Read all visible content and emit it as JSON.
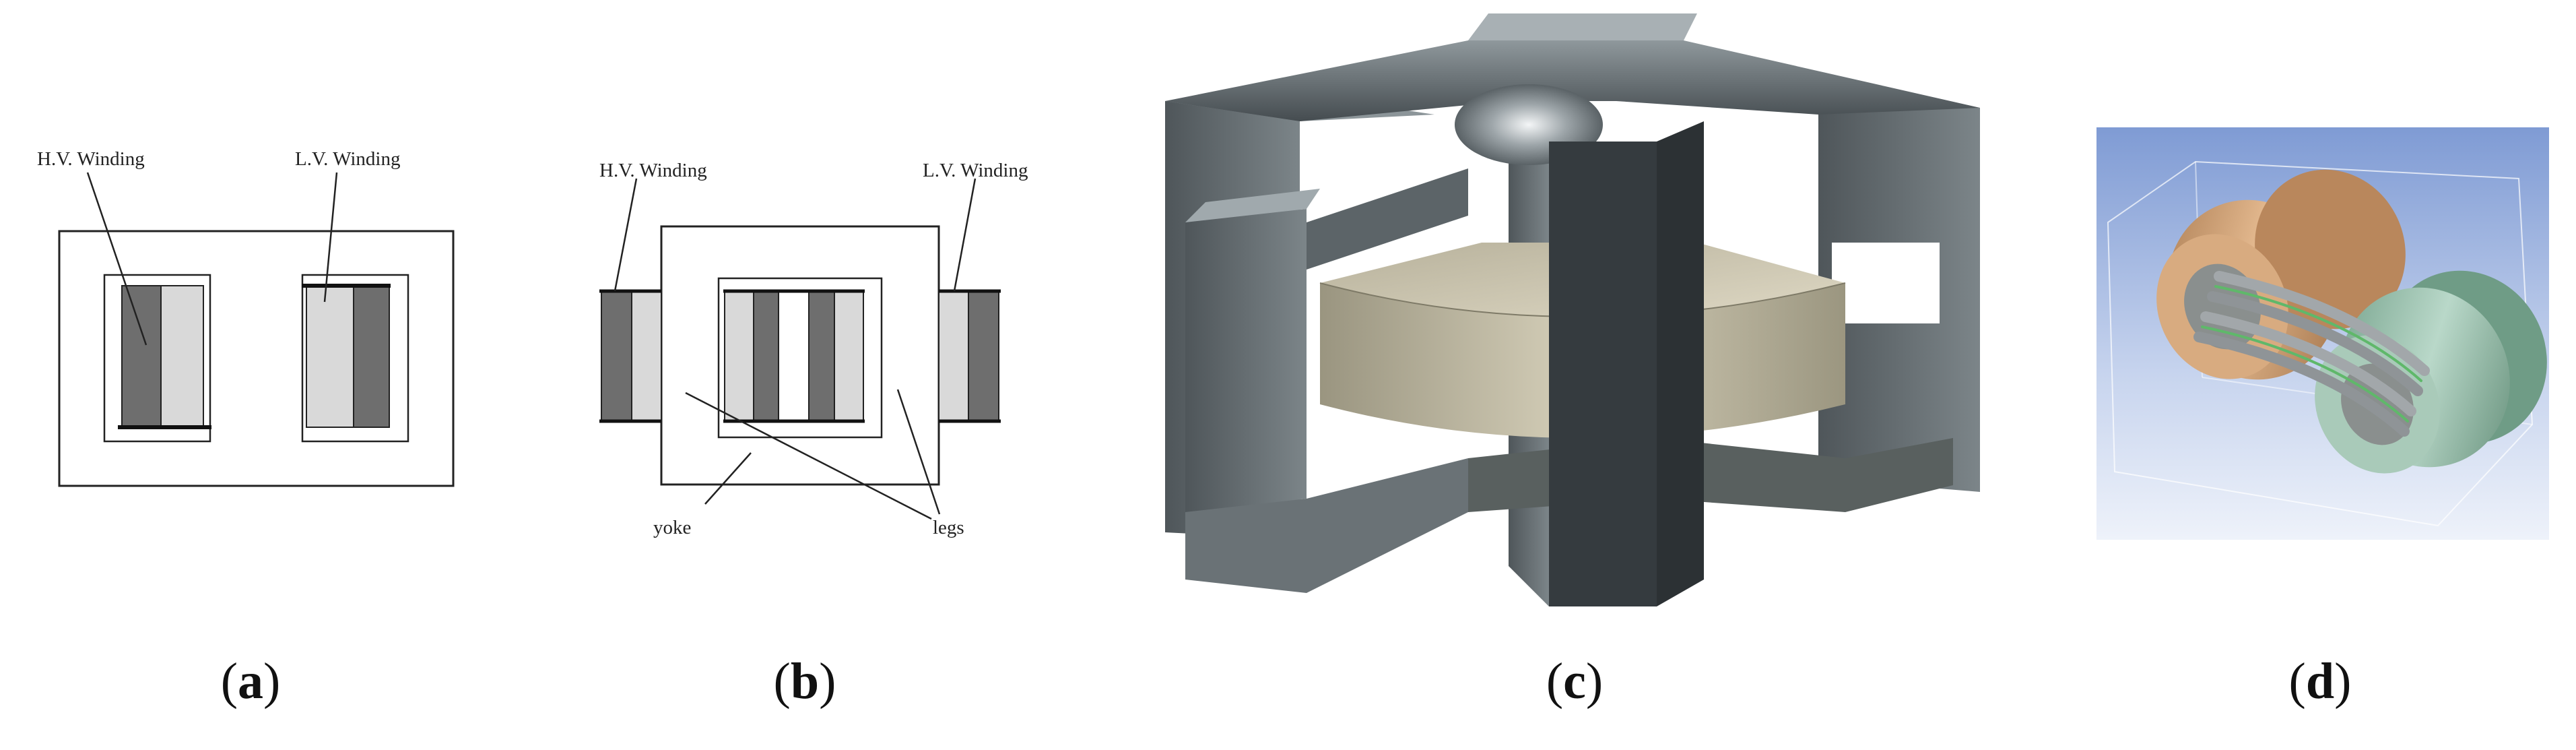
{
  "panel_a": {
    "hv_label": "H.V. Winding",
    "lv_label": "L.V. Winding",
    "caption": "a"
  },
  "panel_b": {
    "hv_label": "H.V. Winding",
    "lv_label": "L.V. Winding",
    "yoke_label": "yoke",
    "legs_label": "legs",
    "caption": "b"
  },
  "panel_c": {
    "caption": "c"
  },
  "panel_d": {
    "caption": "d"
  },
  "colors": {
    "winding_dark": "#6e6e6e",
    "winding_light": "#d9d9d9",
    "core_metal": "#5b6266",
    "coil_beige": "#c8c2ab",
    "bg_blue": "#8faad8",
    "coil_copper": "#c9996b",
    "coil_green": "#8fb8a4"
  }
}
